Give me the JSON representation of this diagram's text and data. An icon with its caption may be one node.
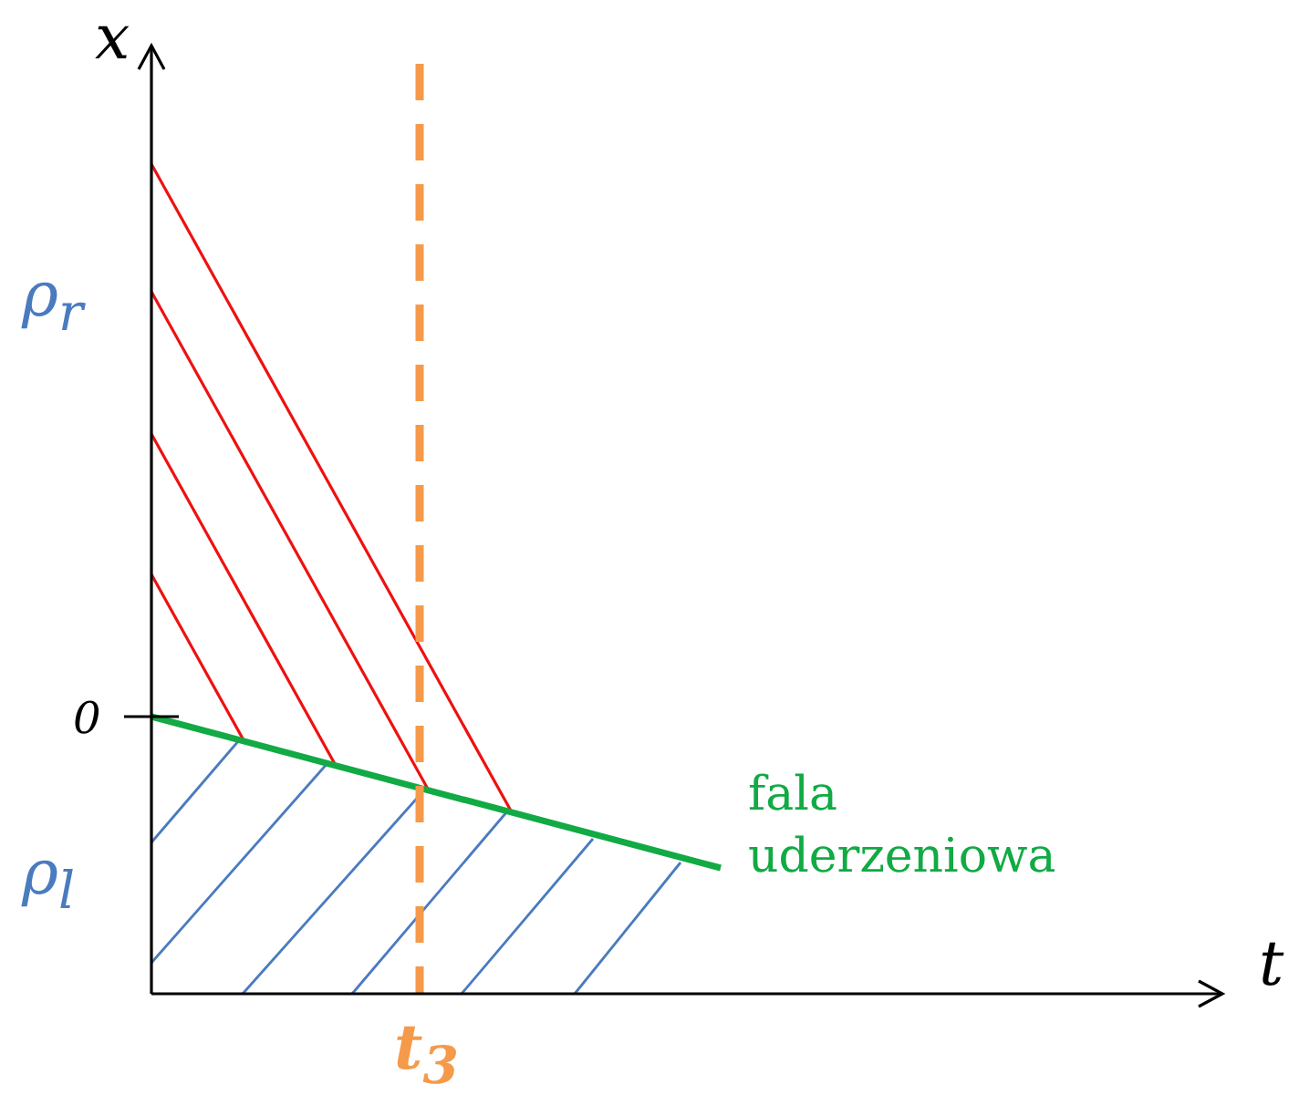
{
  "diagram": {
    "labels": [
      "x",
      "ρ$_{r}$",
      "0",
      "ρ$_{l}$",
      "t",
      "t$_{3}$",
      "fala uderzeniowa"
    ]
  }
}
